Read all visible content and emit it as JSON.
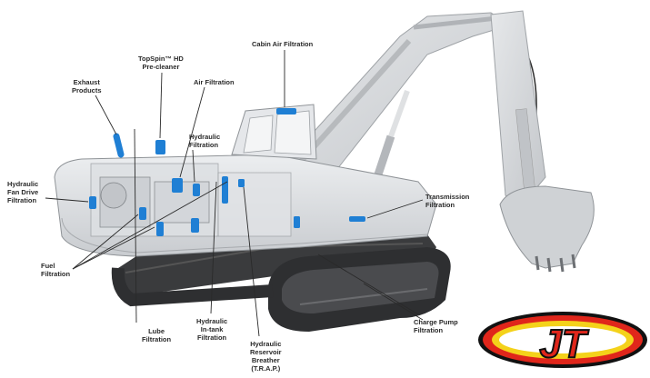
{
  "labels": {
    "cabin_air": [
      "Cabin Air Filtration"
    ],
    "topspin": [
      "TopSpin™ HD",
      "Pre-cleaner"
    ],
    "air": [
      "Air Filtration"
    ],
    "exhaust": [
      "Exhaust",
      "Products"
    ],
    "hydraulic_filtration": [
      "Hydraulic",
      "Filtration"
    ],
    "fan_drive": [
      "Hydraulic",
      "Fan Drive",
      "Filtration"
    ],
    "transmission": [
      "Transmission",
      "Filtration"
    ],
    "fuel": [
      "Fuel",
      "Filtration"
    ],
    "lube": [
      "Lube",
      "Filtration"
    ],
    "in_tank": [
      "Hydraulic",
      "In-tank",
      "Filtration"
    ],
    "reservoir": [
      "Hydraulic",
      "Reservoir",
      "Breather",
      "(T.R.A.P.)"
    ],
    "charge_pump": [
      "Charge Pump",
      "Filtration"
    ]
  },
  "logo": {
    "text": "JT"
  },
  "colors": {
    "filter_blue": "#1f7fd4",
    "machine_gray": "#d4d6d9",
    "track_dark": "#2e2f31",
    "logo_red": "#e0261b",
    "logo_yellow": "#f4d21a",
    "logo_black": "#111111"
  }
}
